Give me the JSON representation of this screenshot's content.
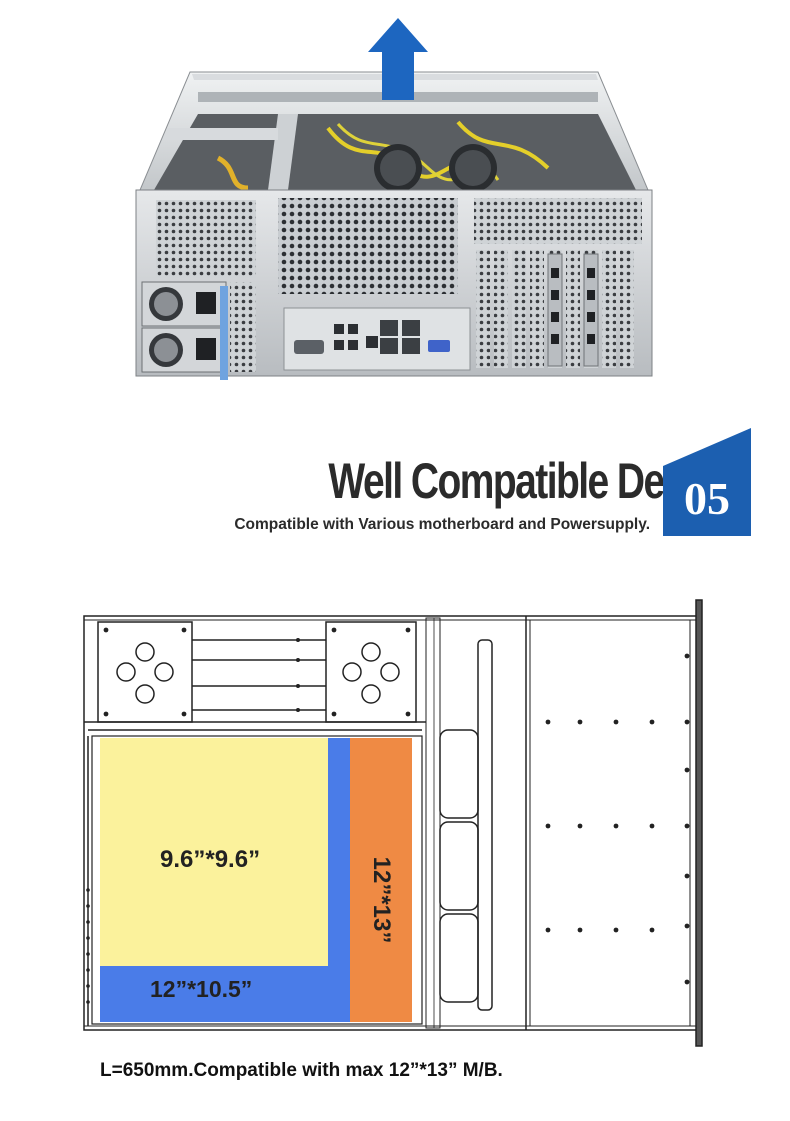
{
  "heading": {
    "title": "Well Compatible Design",
    "subtitle": "Compatible with Various motherboard and Powersupply.",
    "badge_number": "05"
  },
  "drawing": {
    "labels": {
      "small_board": "9.6”*9.6”",
      "medium_board": "12”*10.5”",
      "large_board": "12”*13”"
    },
    "colors": {
      "small_board": "#fbf29c",
      "medium_board": "#4a7ce8",
      "large_board": "#ef8a44"
    }
  },
  "caption": "L=650mm.Compatible with max 12”*13” M/B.",
  "colors": {
    "badge": "#1c5fb0",
    "arrow": "#1d66c0",
    "text": "#2b2b2b"
  },
  "icons": [
    "up-arrow-icon"
  ]
}
